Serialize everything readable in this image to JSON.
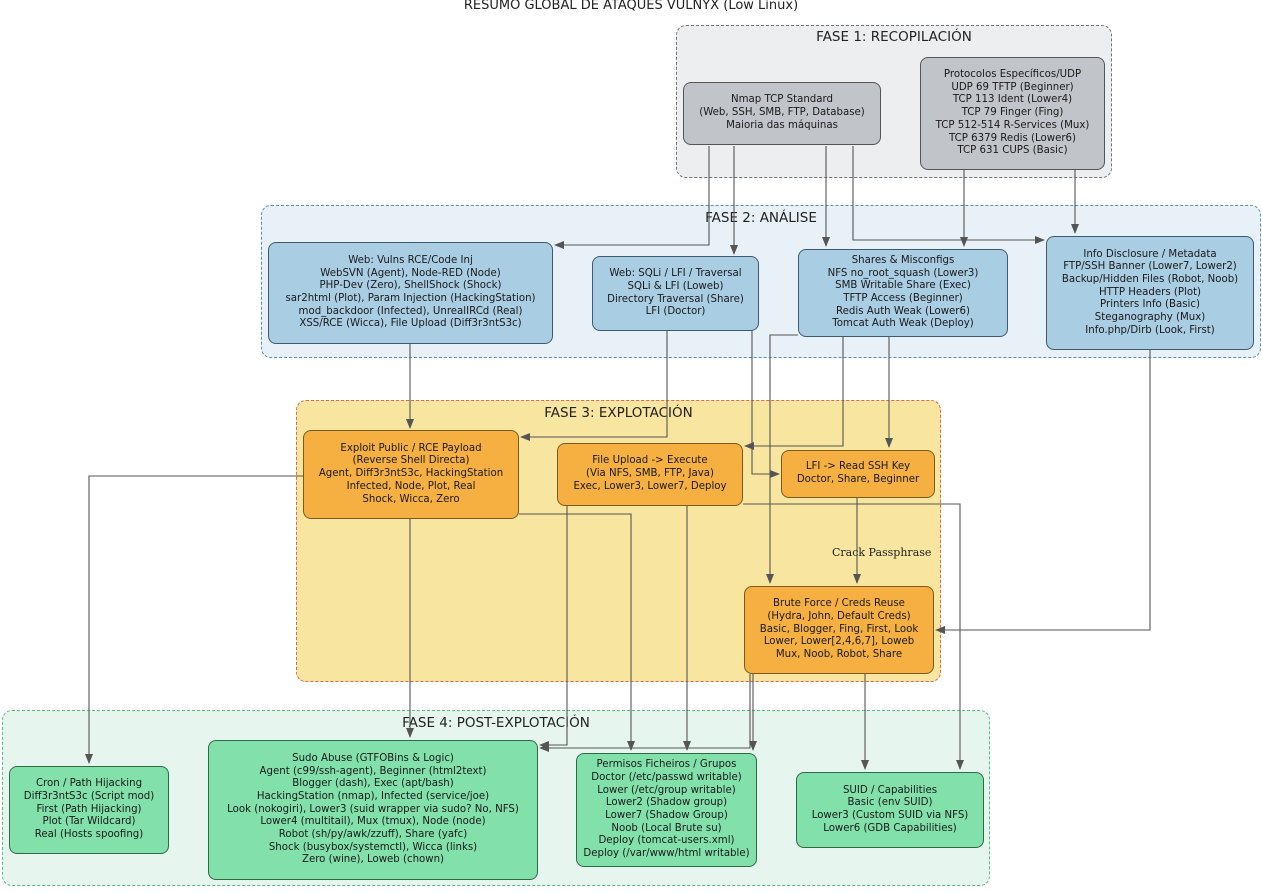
{
  "title": "RESUMO GLOBAL DE ATAQUES VULNYX (Low Linux)",
  "colors": {
    "phase1_bg": "#eceeef",
    "phase1_border": "#6b7580",
    "phase2_bg": "#e8f1f8",
    "phase2_border": "#5a8fb5",
    "phase3_bg": "#f8e6a0",
    "phase3_border": "#d46a5a",
    "phase4_bg": "#e6f6ef",
    "phase4_border": "#5cb885",
    "wire": "#555555"
  },
  "phases": [
    {
      "id": "p1",
      "label": "FASE 1: RECOPILACIÓN"
    },
    {
      "id": "p2",
      "label": "FASE 2: ANÁLISE"
    },
    {
      "id": "p3",
      "label": "FASE 3: EXPLOTACIÓN"
    },
    {
      "id": "p4",
      "label": "FASE 4: POST-EXPLOTACIÓN"
    }
  ],
  "nodes": [
    {
      "id": "nmap",
      "style": "gray",
      "lines": [
        "Nmap TCP Standard",
        "(Web, SSH, SMB, FTP, Database)",
        "Maioria das máquinas"
      ]
    },
    {
      "id": "proto",
      "style": "gray",
      "lines": [
        "Protocolos Específicos/UDP",
        "UDP 69 TFTP (Beginner)",
        "TCP 113 Ident (Lower4)",
        "TCP 79 Finger (Fing)",
        "TCP 512-514 R-Services (Mux)",
        "TCP 6379 Redis (Lower6)",
        "TCP 631 CUPS (Basic)"
      ]
    },
    {
      "id": "webrce",
      "style": "blue",
      "lines": [
        "Web: Vulns RCE/Code Inj",
        "WebSVN (Agent), Node-RED (Node)",
        "PHP-Dev (Zero), ShellShock (Shock)",
        "sar2html (Plot), Param Injection (HackingStation)",
        "mod_backdoor (Infected), UnrealIRCd (Real)",
        "XSS/RCE (Wicca), File Upload (Diff3r3ntS3c)"
      ]
    },
    {
      "id": "websqli",
      "style": "blue",
      "lines": [
        "Web: SQLi / LFI / Traversal",
        "SQLi & LFI (Loweb)",
        "Directory Traversal (Share)",
        "LFI (Doctor)"
      ]
    },
    {
      "id": "shares",
      "style": "blue",
      "lines": [
        "Shares & Misconfigs",
        "NFS no_root_squash (Lower3)",
        "SMB Writable Share (Exec)",
        "TFTP Access (Beginner)",
        "Redis Auth Weak (Lower6)",
        "Tomcat Auth Weak (Deploy)"
      ]
    },
    {
      "id": "info",
      "style": "blue",
      "lines": [
        "Info Disclosure / Metadata",
        "FTP/SSH Banner (Lower7, Lower2)",
        "Backup/Hidden Files (Robot, Noob)",
        "HTTP Headers (Plot)",
        "Printers Info (Basic)",
        "Steganography (Mux)",
        "Info.php/Dirb (Look, First)"
      ]
    },
    {
      "id": "exploit",
      "style": "orange",
      "lines": [
        "Exploit Public / RCE Payload",
        "(Reverse Shell Directa)",
        "Agent, Diff3r3ntS3c, HackingStation",
        "Infected, Node, Plot, Real",
        "Shock, Wicca, Zero"
      ]
    },
    {
      "id": "upload",
      "style": "orange",
      "lines": [
        "File Upload -> Execute",
        "(Via NFS, SMB, FTP, Java)",
        "Exec, Lower3, Lower7, Deploy"
      ]
    },
    {
      "id": "lfissh",
      "style": "orange",
      "lines": [
        "LFI -> Read SSH Key",
        "Doctor, Share, Beginner"
      ]
    },
    {
      "id": "brute",
      "style": "orange",
      "lines": [
        "Brute Force / Creds Reuse",
        "(Hydra, John, Default Creds)",
        "Basic, Blogger, Fing, First, Look",
        "Lower, Lower[2,4,6,7], Loweb",
        "Mux, Noob, Robot, Share"
      ]
    },
    {
      "id": "cron",
      "style": "green",
      "lines": [
        "Cron / Path Hijacking",
        "Diff3r3ntS3c (Script mod)",
        "First (Path Hijacking)",
        "Plot (Tar Wildcard)",
        "Real (Hosts spoofing)"
      ]
    },
    {
      "id": "sudo",
      "style": "green",
      "lines": [
        "Sudo Abuse (GTFOBins & Logic)",
        "Agent (c99/ssh-agent), Beginner (html2text)",
        "Blogger (dash), Exec (apt/bash)",
        "HackingStation (nmap), Infected (service/joe)",
        "Look (nokogiri), Lower3 (suid wrapper via sudo? No, NFS)",
        "Lower4 (multitail), Mux (tmux), Node (node)",
        "Robot (sh/py/awk/zzuff), Share (yafc)",
        "Shock (busybox/systemctl), Wicca (links)",
        "Zero (wine), Loweb (chown)"
      ]
    },
    {
      "id": "perms",
      "style": "green",
      "lines": [
        "Permisos Ficheiros / Grupos",
        "Doctor (/etc/passwd writable)",
        "Lower (/etc/group writable)",
        "Lower2 (Shadow group)",
        "Lower7 (Shadow Group)",
        "Noob (Local Brute su)",
        "Deploy (tomcat-users.xml)",
        "Deploy (/var/www/html writable)"
      ]
    },
    {
      "id": "suid",
      "style": "green",
      "lines": [
        "SUID / Capabilities",
        "Basic (env SUID)",
        "Lower3 (Custom SUID via NFS)",
        "Lower6 (GDB Capabilities)"
      ]
    }
  ],
  "edge_labels": [
    {
      "id": "crack",
      "text": "Crack Passphrase"
    }
  ]
}
